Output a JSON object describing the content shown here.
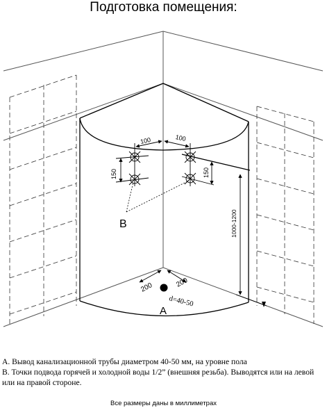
{
  "title": "Подготовка помещения:",
  "dimensions": {
    "left_offset": "100",
    "right_offset": "100",
    "left_vertical": "150",
    "right_vertical": "150",
    "height_range": "1000-1200",
    "drain_left": "200",
    "drain_right": "200",
    "drain_diameter": "d=40-50"
  },
  "markers": {
    "a": "A",
    "b": "B"
  },
  "notes": {
    "a": "A. Вывод  канализационной трубы диаметром 40-50 мм, на уровне пола",
    "b": "B. Точки подвода горячей и холодной воды 1/2” (внешняя резьба). Выводятся или на левой или на правой стороне."
  },
  "footer": "Все размеры даны в миллиметрах"
}
